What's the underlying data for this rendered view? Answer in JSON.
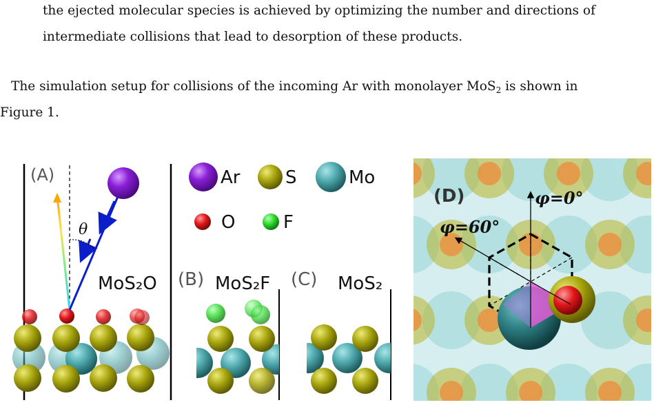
{
  "text": {
    "line1": "the ejected molecular species is achieved by optimizing the number and directions of",
    "line2": "intermediate collisions that lead to desorption of these products.",
    "line3_a": "The simulation setup for collisions of the incoming Ar with monolayer MoS",
    "line3_sub": "2",
    "line3_b": " is shown in",
    "line4": "Figure 1."
  },
  "figure": {
    "panel_a_label": "(A)",
    "panel_b_label": "(B)",
    "panel_c_label": "(C)",
    "panel_d_label": "(D)",
    "theta": "θ",
    "mos2o_label": "MoS₂O",
    "mos2f_label": "MoS₂F",
    "mos2_label": "MoS₂",
    "phi0": "φ=0°",
    "phi60": "φ=60°",
    "legend": [
      {
        "symbol": "Ar",
        "color": "#8a1fd6"
      },
      {
        "symbol": "S",
        "color": "#a9a60e"
      },
      {
        "symbol": "Mo",
        "color": "#4ea9ad"
      },
      {
        "symbol": "O",
        "color": "#e3191c"
      },
      {
        "symbol": "F",
        "color": "#2fdc2f"
      }
    ]
  }
}
